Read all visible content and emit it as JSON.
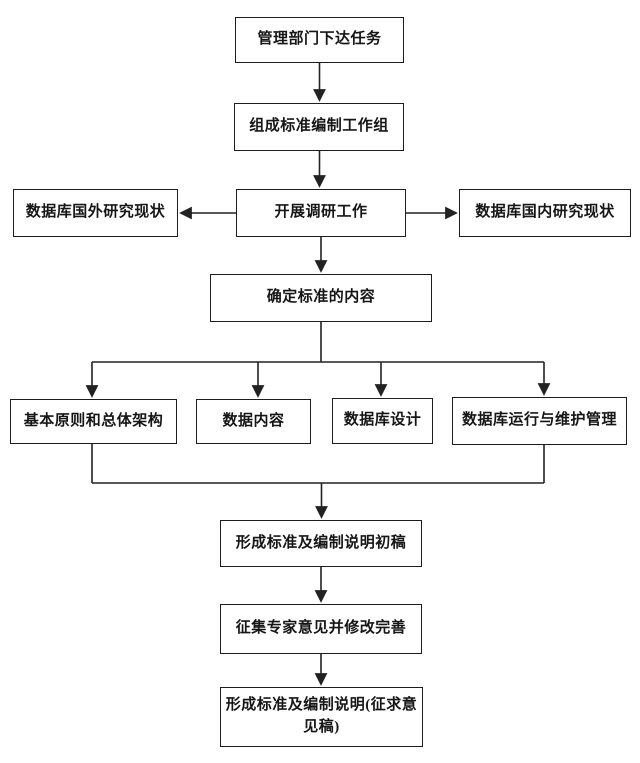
{
  "diagram": {
    "type": "flowchart",
    "description": "Standard compilation workflow flowchart",
    "colors": {
      "background": "#ffffff",
      "box_border": "#1d1d1d",
      "line": "#222222",
      "text": "#161616"
    },
    "nodes": [
      {
        "id": "task",
        "label": "管理部门下达任务"
      },
      {
        "id": "group",
        "label": "组成标准编制工作组"
      },
      {
        "id": "foreign",
        "label": "数据库国外研究现状"
      },
      {
        "id": "survey",
        "label": "开展调研工作"
      },
      {
        "id": "domestic",
        "label": "数据库国内研究现状"
      },
      {
        "id": "content",
        "label": "确定标准的内容"
      },
      {
        "id": "principles",
        "label": "基本原则和总体架构"
      },
      {
        "id": "datacontent",
        "label": "数据内容"
      },
      {
        "id": "dbdesign",
        "label": "数据库设计"
      },
      {
        "id": "dbops",
        "label": "数据库运行与维护管理"
      },
      {
        "id": "draft",
        "label": "形成标准及编制说明初稿"
      },
      {
        "id": "expert",
        "label": "征集专家意见并修改完善"
      },
      {
        "id": "final",
        "label": "形成标准及编制说明(征求意见稿)"
      }
    ],
    "edges": [
      {
        "from": "task",
        "to": "group"
      },
      {
        "from": "group",
        "to": "survey"
      },
      {
        "from": "survey",
        "to": "foreign"
      },
      {
        "from": "survey",
        "to": "domestic"
      },
      {
        "from": "survey",
        "to": "content"
      },
      {
        "from": "content",
        "to": "principles"
      },
      {
        "from": "content",
        "to": "datacontent"
      },
      {
        "from": "content",
        "to": "dbdesign"
      },
      {
        "from": "content",
        "to": "dbops"
      },
      {
        "from": "principles",
        "to": "draft"
      },
      {
        "from": "dbops",
        "to": "draft"
      },
      {
        "from": "draft",
        "to": "expert"
      },
      {
        "from": "expert",
        "to": "final"
      }
    ]
  }
}
